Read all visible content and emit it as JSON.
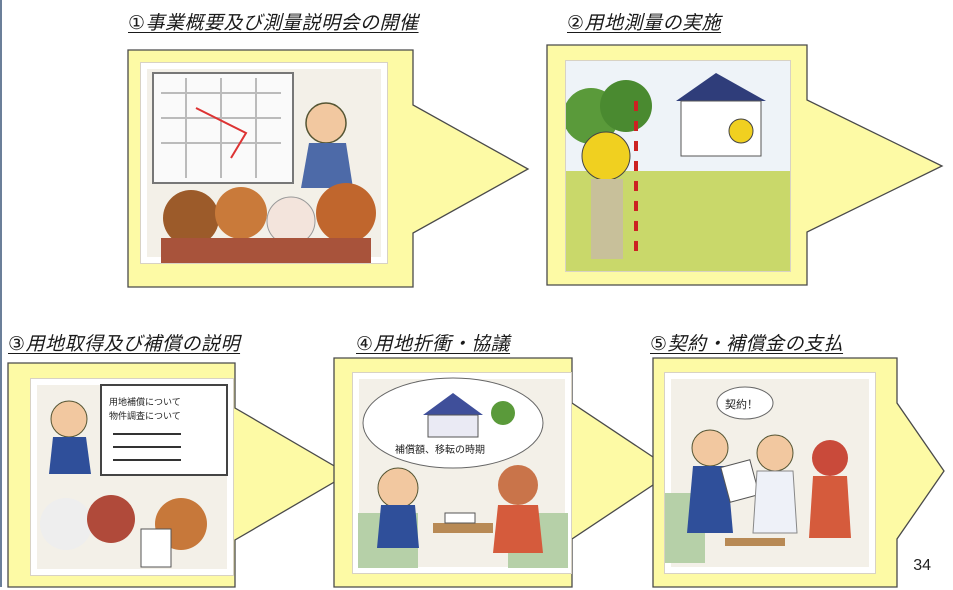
{
  "steps": [
    {
      "title": "①事業概要及び測量説明会の開催"
    },
    {
      "title": "②用地測量の実施"
    },
    {
      "title": "③用地取得及び補償の説明"
    },
    {
      "title": "④用地折衝・協議"
    },
    {
      "title": "⑤契約・補償金の支払"
    }
  ],
  "illustration_text": {
    "step3_board_line1": "用地補償について",
    "step3_board_line2": "物件調査について",
    "step4_bubble": "補償額、移転の時期",
    "step5_bubble": "契約！"
  },
  "page_number": "34",
  "colors": {
    "arrow_fill": "#fdfaa5",
    "arrow_stroke": "#4a4a4a"
  }
}
